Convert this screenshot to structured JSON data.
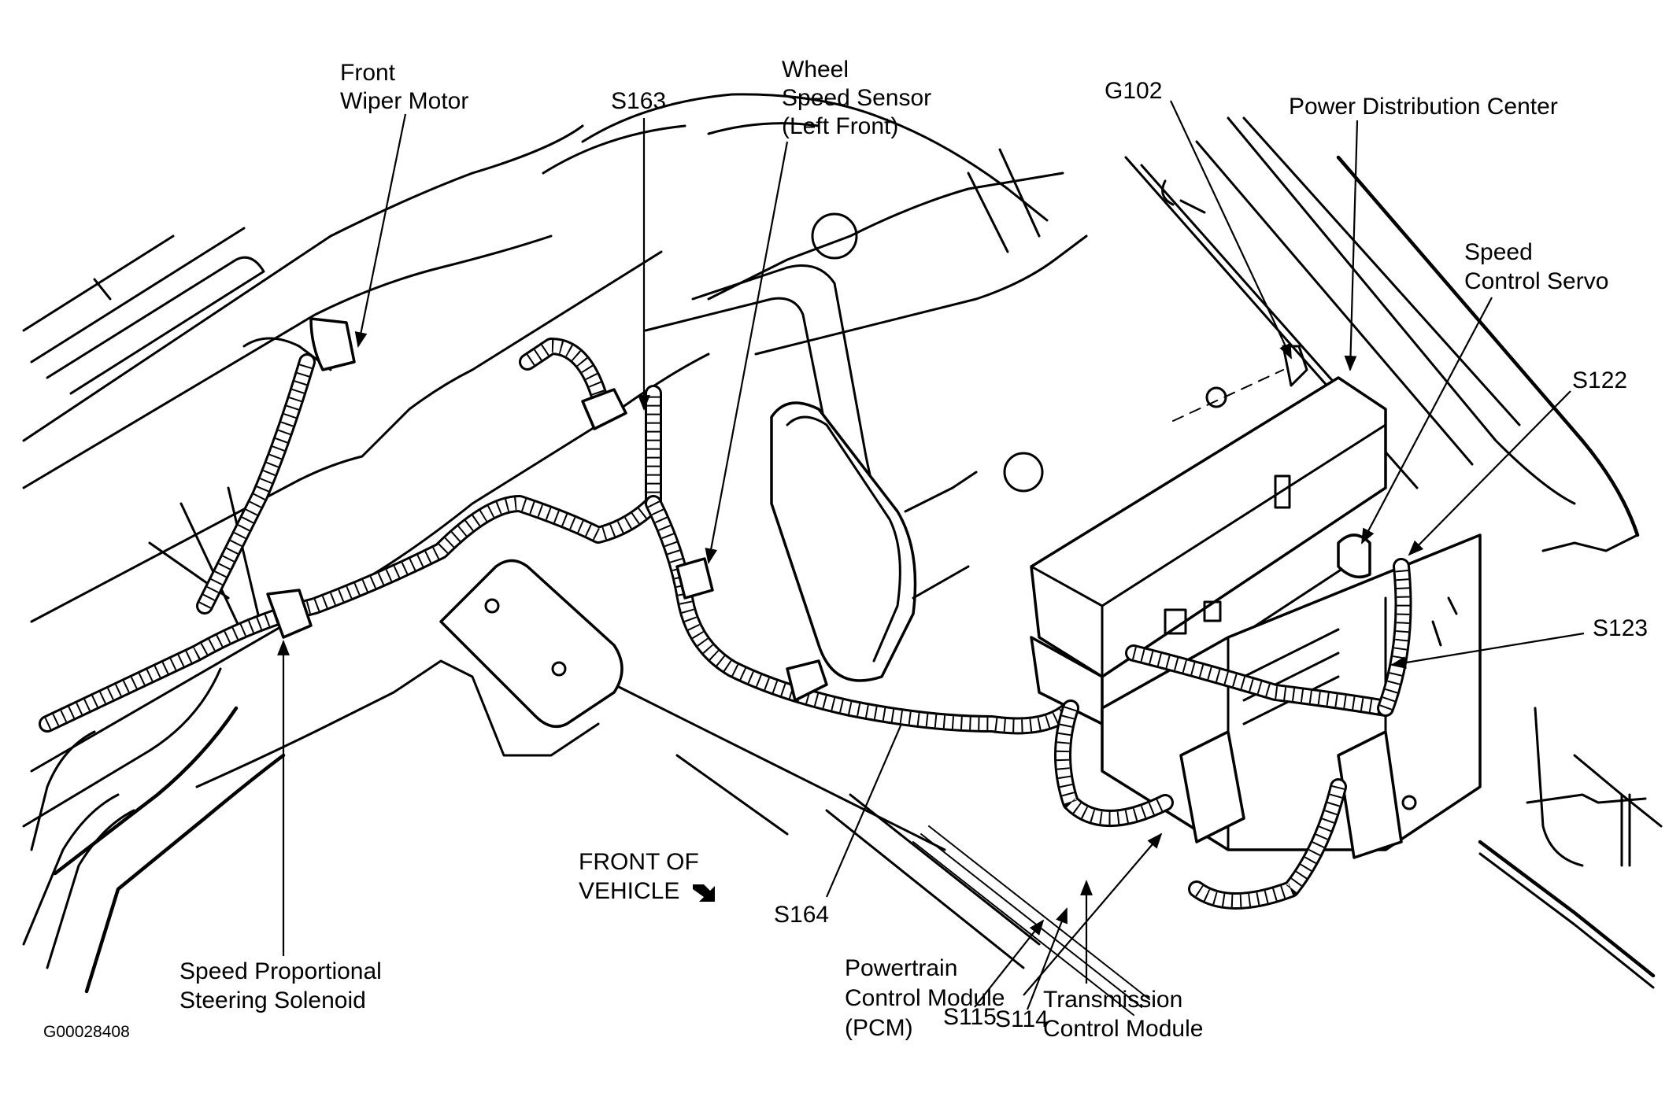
{
  "figure_id": "G00028408",
  "orientation": {
    "line1": "FRONT OF",
    "line2": "VEHICLE",
    "arrow_icon": "arrow-down-right-icon"
  },
  "labels": [
    {
      "id": "front-wiper-motor",
      "lines": [
        "Front",
        "Wiper Motor"
      ]
    },
    {
      "id": "s163",
      "lines": [
        "S163"
      ]
    },
    {
      "id": "wheel-speed-sensor",
      "lines": [
        "Wheel",
        "Speed Sensor",
        "(Left Front)"
      ]
    },
    {
      "id": "g102",
      "lines": [
        "G102"
      ]
    },
    {
      "id": "power-distribution-center",
      "lines": [
        "Power Distribution Center"
      ]
    },
    {
      "id": "speed-control-servo",
      "lines": [
        "Speed",
        "Control Servo"
      ]
    },
    {
      "id": "s122",
      "lines": [
        "S122"
      ]
    },
    {
      "id": "s123",
      "lines": [
        "S123"
      ]
    },
    {
      "id": "s164",
      "lines": [
        "S164"
      ]
    },
    {
      "id": "speed-proportional-steering-solenoid",
      "lines": [
        "Speed Proportional",
        "Steering Solenoid"
      ]
    },
    {
      "id": "powertrain-control-module",
      "lines": [
        "Powertrain",
        "Control Module",
        "(PCM)"
      ]
    },
    {
      "id": "s115",
      "lines": [
        "S115"
      ]
    },
    {
      "id": "s114",
      "lines": [
        "S114"
      ]
    },
    {
      "id": "transmission-control-module",
      "lines": [
        "Transmission",
        "Control Module"
      ]
    }
  ]
}
